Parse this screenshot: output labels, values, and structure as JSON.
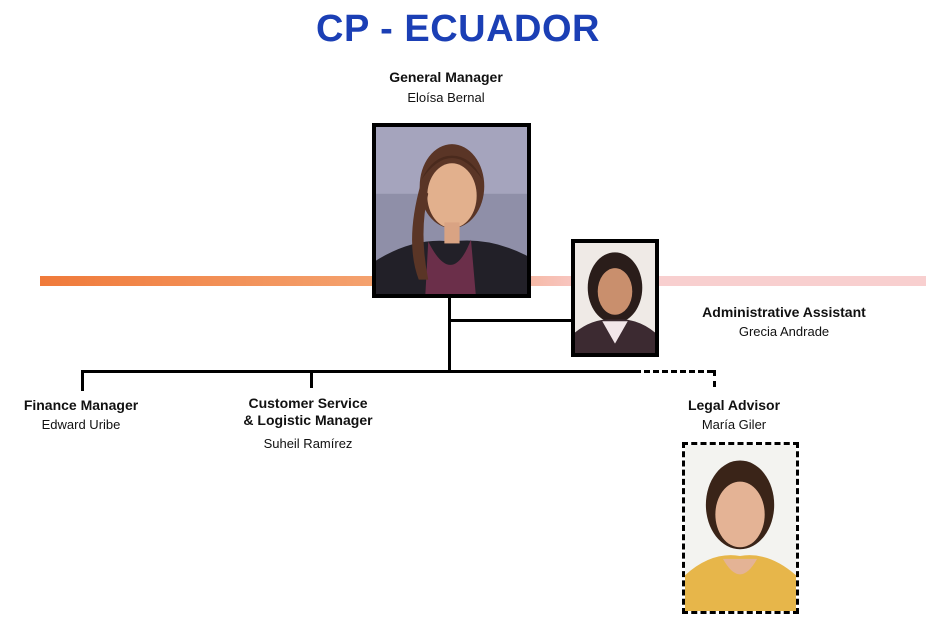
{
  "title": "CP - ECUADOR",
  "general_manager": {
    "role": "General Manager",
    "name": "Eloísa  Bernal"
  },
  "admin_assistant": {
    "role": "Administrative Assistant",
    "name": "Grecia Andrade"
  },
  "finance_manager": {
    "role": "Finance Manager",
    "name": "Edward Uribe"
  },
  "customer_service": {
    "role": "Customer  Service\n& Logistic Manager",
    "name": "Suheil Ramírez"
  },
  "legal_advisor": {
    "role": "Legal Advisor",
    "name": "María Giler"
  },
  "colors": {
    "title": "#1b3fb5",
    "band_left": "#f07a3a",
    "band_right": "#f8cfcf"
  }
}
